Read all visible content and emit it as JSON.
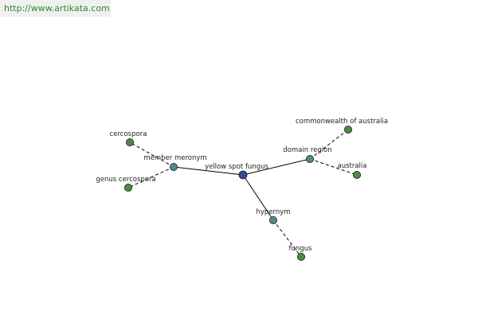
{
  "source": {
    "url_text": "http://www.artikata.com"
  },
  "colors": {
    "center": "#3a4a8c",
    "relation": "#4f8a8b",
    "leaf": "#4e8a45",
    "source_text": "#2e8b2e"
  },
  "graph": {
    "nodes": [
      {
        "id": "yellow-spot-fungus",
        "label": "yellow spot fungus",
        "kind": "center"
      },
      {
        "id": "member-meronym",
        "label": "member meronym",
        "kind": "relation"
      },
      {
        "id": "domain-region",
        "label": "domain region",
        "kind": "relation"
      },
      {
        "id": "hypernym",
        "label": "hypernym",
        "kind": "relation"
      },
      {
        "id": "cercospora",
        "label": "cercospora",
        "kind": "leaf"
      },
      {
        "id": "genus-cercospora",
        "label": "genus cercospora",
        "kind": "leaf"
      },
      {
        "id": "commonwealth-of-australia",
        "label": "commonwealth of australia",
        "kind": "leaf"
      },
      {
        "id": "australia",
        "label": "australia",
        "kind": "leaf"
      },
      {
        "id": "fungus",
        "label": "fungus",
        "kind": "leaf"
      }
    ],
    "edges": [
      {
        "from": "yellow-spot-fungus",
        "to": "member-meronym",
        "style": "solid"
      },
      {
        "from": "yellow-spot-fungus",
        "to": "domain-region",
        "style": "solid"
      },
      {
        "from": "yellow-spot-fungus",
        "to": "hypernym",
        "style": "solid"
      },
      {
        "from": "member-meronym",
        "to": "cercospora",
        "style": "dashed"
      },
      {
        "from": "member-meronym",
        "to": "genus-cercospora",
        "style": "dashed"
      },
      {
        "from": "domain-region",
        "to": "commonwealth-of-australia",
        "style": "dashed"
      },
      {
        "from": "domain-region",
        "to": "australia",
        "style": "dashed"
      },
      {
        "from": "hypernym",
        "to": "fungus",
        "style": "dashed"
      }
    ]
  }
}
